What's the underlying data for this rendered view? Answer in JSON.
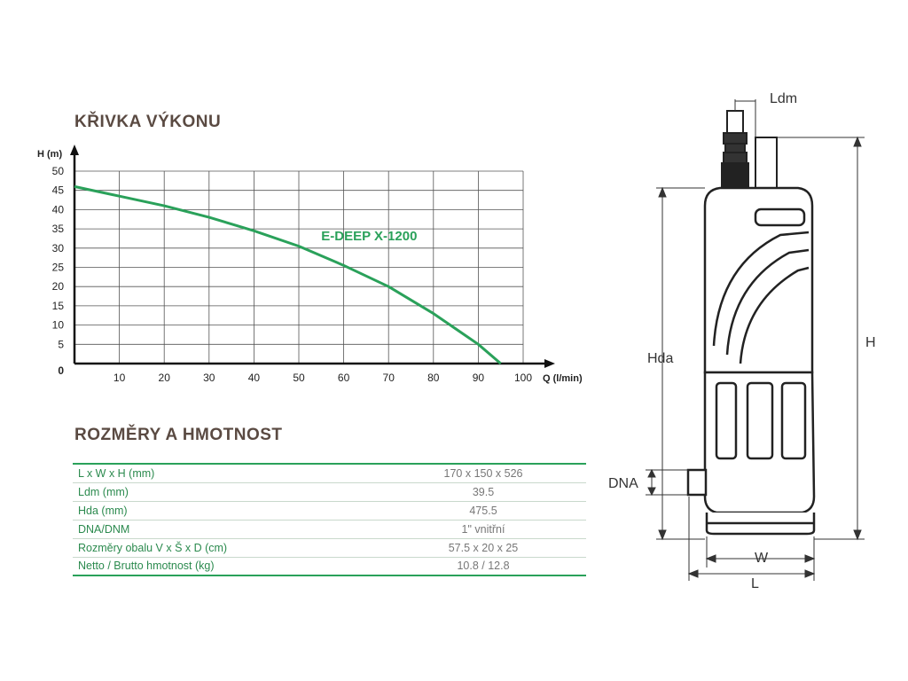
{
  "chart_title": "KŘIVKA VÝKONU",
  "specs_title": "ROZMĚRY A HMOTNOST",
  "chart_data": {
    "type": "line",
    "ylabel": "H (m)",
    "xlabel": "Q (l/min)",
    "origin_label": "0",
    "xlim": [
      0,
      100
    ],
    "ylim": [
      0,
      50
    ],
    "x_ticks": [
      10,
      20,
      30,
      40,
      50,
      60,
      70,
      80,
      90,
      100
    ],
    "y_ticks": [
      5,
      10,
      15,
      20,
      25,
      30,
      35,
      40,
      45,
      50
    ],
    "grid": true,
    "series": [
      {
        "name": "E-DEEP X-1200",
        "color": "#2aa15a",
        "x": [
          0,
          10,
          20,
          30,
          40,
          50,
          60,
          70,
          80,
          90,
          95
        ],
        "y": [
          46,
          43.5,
          41,
          38,
          34.5,
          30.5,
          25.5,
          20,
          13,
          5,
          0
        ]
      }
    ]
  },
  "specs": [
    {
      "label": "L x W x H (mm)",
      "value": "170 x 150 x 526"
    },
    {
      "label": "Ldm (mm)",
      "value": "39.5"
    },
    {
      "label": "Hda (mm)",
      "value": "475.5"
    },
    {
      "label": "DNA/DNM",
      "value": "1\" vnitřní"
    },
    {
      "label": "Rozměry obalu V x Š x D (cm)",
      "value": "57.5 x 20 x 25"
    },
    {
      "label": "Netto / Brutto hmotnost (kg)",
      "value": "10.8 / 12.8"
    }
  ],
  "diagram_labels": {
    "ldm": "Ldm",
    "hda": "Hda",
    "h": "H",
    "dna": "DNA",
    "w": "W",
    "l": "L"
  },
  "colors": {
    "accent": "#2aa15a",
    "title": "#5a4a42"
  }
}
